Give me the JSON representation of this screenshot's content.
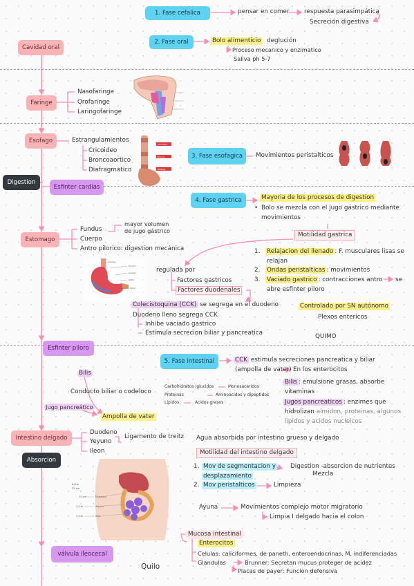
{
  "main_nodes": {
    "cavidad_oral": "Cavidad oral",
    "faringe": "Faringe",
    "esofago": "Esofago",
    "digestion": "Digestion",
    "esfinter_cardias": "Esfinter cardias",
    "estomago": "Estomago",
    "esfinter_piloro": "Esfinter piloro",
    "intestino_delgado": "Intestino delgado",
    "absorcion": "Absorcion",
    "valvula_ileocecal": "válvula ileocecal"
  },
  "fase_cefalica": {
    "label": "1.  Fase cefalica",
    "pensar": "pensar en comer",
    "respuesta": "respuesta parasimpática",
    "secrecion": "Secreción digestiva"
  },
  "fase_oral": {
    "label": "2. Fase oral",
    "bolo": "Bolo alimenticio",
    "deglucion": "deglución",
    "proceso": "Proceso mecanico y enzimatico",
    "saliva": "Saliva ph 5-7"
  },
  "faringe_parts": [
    "Nasofaringe",
    "Orofaringe",
    "Laringofaringe"
  ],
  "esofago_detail": {
    "estrangulamientos": "Estrangulamientos",
    "items": [
      "Cricoideo",
      "Broncoaortico",
      "Diafragmatico"
    ]
  },
  "fase_esofagica": {
    "label": "3. Fase esofagica",
    "movimientos": "Movimientos peristalticos"
  },
  "fase_gastrica": {
    "label": "4. Fase gastrica",
    "mayoria": "Mayoria de los procesos de digestion",
    "bolo_1": "Bolo se mezcla con el jugo gástrico mediante",
    "bolo_2": "movimientos",
    "motilidad": "Motilidad gastrica",
    "list": [
      {
        "n": "1.",
        "head": "Relajacion del llenado",
        "rest": ": F. musculares lisas se",
        "rest2": "relajan"
      },
      {
        "n": "2.",
        "head": "Ondas peristalticas",
        "rest": ": movimientos",
        "rest2": ""
      },
      {
        "n": "3.",
        "head": "Vaciado gastrico",
        "rest": ": contracciones antro",
        "rest2": "abre esfinter piloro"
      }
    ],
    "se": "se",
    "controlado": "Controlado por SN autónomo",
    "plexos": "Plexos entericos",
    "quimo": "QUIMO"
  },
  "estomago_parts": {
    "fundus": "Fundus",
    "cuerpo": "Cuerpo",
    "antro": "Antro pilorico: digestion mecánica",
    "mayor_1": "mayor volumen",
    "mayor_2": "de jugo gástrico",
    "regulada": "regulada por",
    "factores_g": "Factores gastricos",
    "factores_d": "Factores duodenales",
    "cck": "Colecistoquina (CCK)",
    "cck_rest": "se segrega en el duodeno",
    "duodeno_lleno": "Duodeno lleno segrega CCK",
    "inhibe": "Inhibe vaciado gastrico",
    "estimula": "Estimula secrecion biliar y pancreatica"
  },
  "fase_intestinal": {
    "label": "5. Fase intestinal",
    "cck": "CCK",
    "cck_rest": "estimula secreciones pancreatica y biliar",
    "ampolla": "(ampolla de vater)",
    "enterocitos": "En los enterocitos",
    "bilis": "Bilis",
    "conducto": "Conducto biliar o codeloco",
    "jugo": "Jugo pancreático",
    "ampolla_vater": "Ampolla de vater",
    "carb": "Carbohidratos /glucidos",
    "mono": "Monosacaridos",
    "prot": "Proteinas",
    "amino": "Aminoacidos y dipeptidos",
    "lip": "Lipidos",
    "acidos": "Acidos grasos",
    "bilis_emul_head": "Bilis",
    "bilis_emul": ": emulsione grasas, absorbe",
    "vitaminas": "vitaminas",
    "jugos_head": "Jugos pancreaticos",
    "jugos": ": enzimes que",
    "hidrolizan": "hidrolizan",
    "hidrolizan_rest": "almidon, proteinas, algunos",
    "lipidos": "lipidos y acidos nucleicos"
  },
  "intestino": {
    "partes": [
      "Duodeno",
      "Yeyuno",
      "Ileon"
    ],
    "ligamento": "Ligamento de treitz",
    "agua": "Agua absorbida por intestino grueso y delgado",
    "motilidad": "Motilidad del intestino delgado",
    "mov1_n": "1.",
    "mov1_head": "Mov de segmentacion y",
    "mov1_head2": "desplazamiento",
    "mov1_res": "Digestion -absorcion de nutrientes",
    "mezcla": "Mezcla",
    "mov2_n": "2.",
    "mov2_head": "Mov peristalticos",
    "limpieza": "Limpieza",
    "ayuna": "Ayuna",
    "motor": "Movimientos complejo motor migratorio",
    "limpia": "Limpia I delgado hacia el colon",
    "mucosa": "Mucosa intestinal",
    "enterocitos": "Enterocitos",
    "celulas": "Celulas: caliciformes, de paneth, enteroendocrinas, M, indiferenciadas",
    "glandulas": "Glandulas",
    "brunner": "Brunner: Secretan mucus proteger de acidez",
    "placas": "Placas de payer: Funcion defensiva",
    "quilo": "Quilo"
  },
  "figure_labels": {
    "stomach": [
      "Cardias",
      "Fundus",
      "Cuerpo",
      "Antro",
      "Píloro"
    ],
    "esophagus": [
      "Cricoideo",
      "Bronco",
      "Diafrag."
    ],
    "intestine": [
      "Duodeno",
      "Yeyuno",
      "Ileon"
    ],
    "intestine_len": [
      "6-8 m",
      "25 cm",
      "2,5 m",
      "3,5 m"
    ]
  },
  "colors": {
    "arrow": "#f78fae",
    "pink": "#f8b3b7",
    "cyan": "#5ed2f0",
    "violet": "#d799f0",
    "dark": "#34383f",
    "highlight_yellow": "#fbf08a",
    "highlight_violet": "#efd0f5"
  }
}
